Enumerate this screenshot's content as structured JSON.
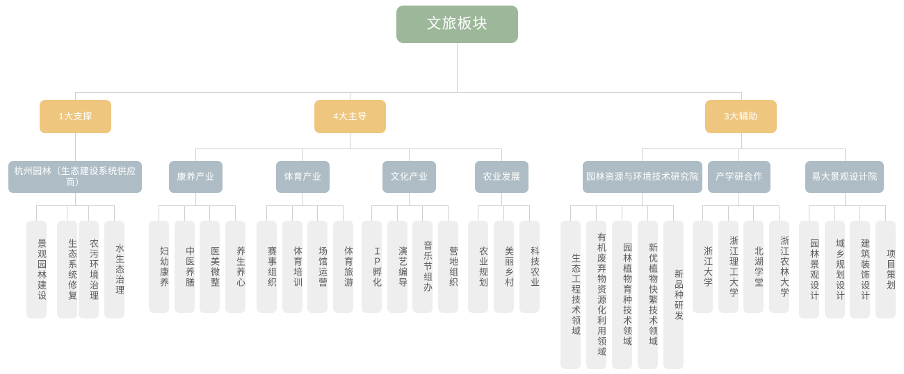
{
  "theme": {
    "root_color": "#9cb79a",
    "level2_color": "#eec67e",
    "level3_color": "#aebdc5",
    "leaf_color": "#eeeeee",
    "connector_color": "#cfcfcf",
    "background": "#ffffff"
  },
  "root": {
    "label": "文旅板块"
  },
  "level2": [
    {
      "label": "1大支撑"
    },
    {
      "label": "4大主导"
    },
    {
      "label": "3大辅助"
    }
  ],
  "level3": [
    {
      "label": "杭州园林（生态建设系统供应商）"
    },
    {
      "label": "康养产业"
    },
    {
      "label": "体育产业"
    },
    {
      "label": "文化产业"
    },
    {
      "label": "农业发展"
    },
    {
      "label": "园林资源与环境技术研究院"
    },
    {
      "label": "产学研合作"
    },
    {
      "label": "易大景观设计院"
    }
  ],
  "leaves": {
    "hangzhou_garden": [
      {
        "label": "景观园林建设"
      },
      {
        "label": "生态系统修复"
      },
      {
        "label": "农污环境治理"
      },
      {
        "label": "水生态治理"
      }
    ],
    "kangyang": [
      {
        "label": "妇幼康养"
      },
      {
        "label": "中医养膳"
      },
      {
        "label": "医美微整"
      },
      {
        "label": "养生养心"
      }
    ],
    "tiyu": [
      {
        "label": "赛事组织"
      },
      {
        "label": "体育培训"
      },
      {
        "label": "场馆运营"
      },
      {
        "label": "体育旅游"
      }
    ],
    "wenhua": [
      {
        "label": "Ｉｐ孵化"
      },
      {
        "label": "演艺编导"
      },
      {
        "label": "音乐节组办"
      },
      {
        "label": "营地组织"
      }
    ],
    "nongye": [
      {
        "label": "农业规划"
      },
      {
        "label": "美丽乡村"
      },
      {
        "label": "科技农业"
      }
    ],
    "yanjiuyuan": [
      {
        "label": "生态工程技术领域"
      },
      {
        "label": "有机废弃物资源化利用领域"
      },
      {
        "label": "园林植物育种技术领域"
      },
      {
        "label": "新优植物快繁技术领域"
      },
      {
        "label": "新品种研发"
      }
    ],
    "chanxueyan": [
      {
        "label": "浙江大学"
      },
      {
        "label": "浙江理工大学"
      },
      {
        "label": "北湖学堂"
      },
      {
        "label": "浙江农林大学"
      }
    ],
    "yida": [
      {
        "label": "园林景观设计"
      },
      {
        "label": "域乡规划设计"
      },
      {
        "label": "建筑装饰设计"
      },
      {
        "label": "项目策划"
      }
    ]
  }
}
